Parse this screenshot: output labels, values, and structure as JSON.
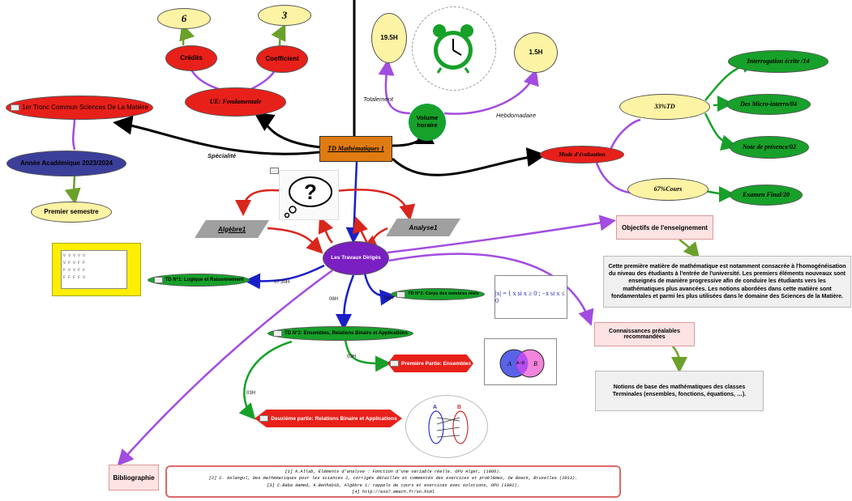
{
  "center": {
    "label": "TD Mathématiques 1"
  },
  "nodes": {
    "credits": {
      "label": "Crédits",
      "value": "6"
    },
    "coefficient": {
      "label": "Coefficient",
      "value": "3"
    },
    "ue": {
      "label": "UE: Fondamentale"
    },
    "tronc": {
      "label": "1er Tronc Commun Sciences De La Matière"
    },
    "annee": {
      "label": "Année Académique 2023/2024"
    },
    "semestre": {
      "label": "Premier semestre"
    },
    "volume": {
      "label": "Volume horaire",
      "total": "19.5H",
      "hebdo": "1.5H"
    },
    "eval": {
      "label": "Mode d'évaluation"
    },
    "td33": {
      "label": "33%TD"
    },
    "interro": {
      "label": "Interrogation écrite /14"
    },
    "micro": {
      "label": "Des Micro-interro/04"
    },
    "presence": {
      "label": "Note de présence/02"
    },
    "cours67": {
      "label": "67%Cours"
    },
    "examen": {
      "label": "Examen Final/20"
    },
    "travaux": {
      "label": "Les Travaux Dirigés"
    },
    "algebre": {
      "label": "Algèbre1"
    },
    "analyse": {
      "label": "Analyse1"
    },
    "td1": {
      "label": "TD N°1: Logique et Raisonnement"
    },
    "td2": {
      "label": "TD N°2: Ensembles, Relations Binaire et Applications"
    },
    "td3": {
      "label": "TD N°3: Corps des nombres réels"
    },
    "partie1": {
      "label": "Première Partie: Ensembles"
    },
    "partie2": {
      "label": "Deuxième partie: Relations Binaire et Applications"
    },
    "objectifs": {
      "label": "Objectifs de l'enseignement"
    },
    "objectifs_text": {
      "label": "Cette première matière de mathématique est notamment consacrée à l'homogénéisation du niveau des étudiants à l'entrée de l'université. Les premiers éléments nouveaux sont enseignés de manière progressive afin de conduire les étudiants vers les mathématiques plus avancées. Les notions abordées dans cette matière sont fondamentales et parmi les plus utilisées dans le domaine des Sciences de la Matière."
    },
    "prealables": {
      "label": "Connaissances préalables recommandées"
    },
    "prealables_text": {
      "label": "Notions de base des mathématiques des classes Terminales (ensembles, fonctions, équations, …)."
    },
    "biblio": {
      "label": "Bibliographie"
    }
  },
  "edge_labels": {
    "specialite": "Spécialité",
    "totalement": "Totalement",
    "hebdomadaire": "Hebdomadaire",
    "h0730": "07.30H",
    "h06a": "06H",
    "h06b": "06H",
    "h03a": "03H",
    "h03b": "03H"
  },
  "images": {
    "abs_formula": "|x| = { x si x ≥ 0 ; −x si x ≤ 0",
    "venn_a": "A",
    "venn_b": "B",
    "venn_ab": "A∩B",
    "map_a": "A",
    "map_b": "B"
  },
  "bibliography": [
    "[1] K.Allab, Éléments d'analyse : Fonction d'une variable réelle. OPU Alger, (1986).",
    "[2] C. Aslangul, Des mathématiques pour les sciences 2, corrigés détaillés et commentés des exercices et problèmes, De Boeck, Bruxelles (2013).",
    "[3] C.Baba Hamed, K.Benhabib, Algèbre 1: rappels de cours et exercices avec solutions, OPU (1992).",
    "[4] http://exo7.emath.fr/sn.html"
  ],
  "colors": {
    "red": "#e8201a",
    "yellow": "#fdf3a4",
    "green": "#17a02a",
    "purple": "#7a1fc2",
    "blue": "#1a1fc8",
    "orange": "#e07b12"
  }
}
